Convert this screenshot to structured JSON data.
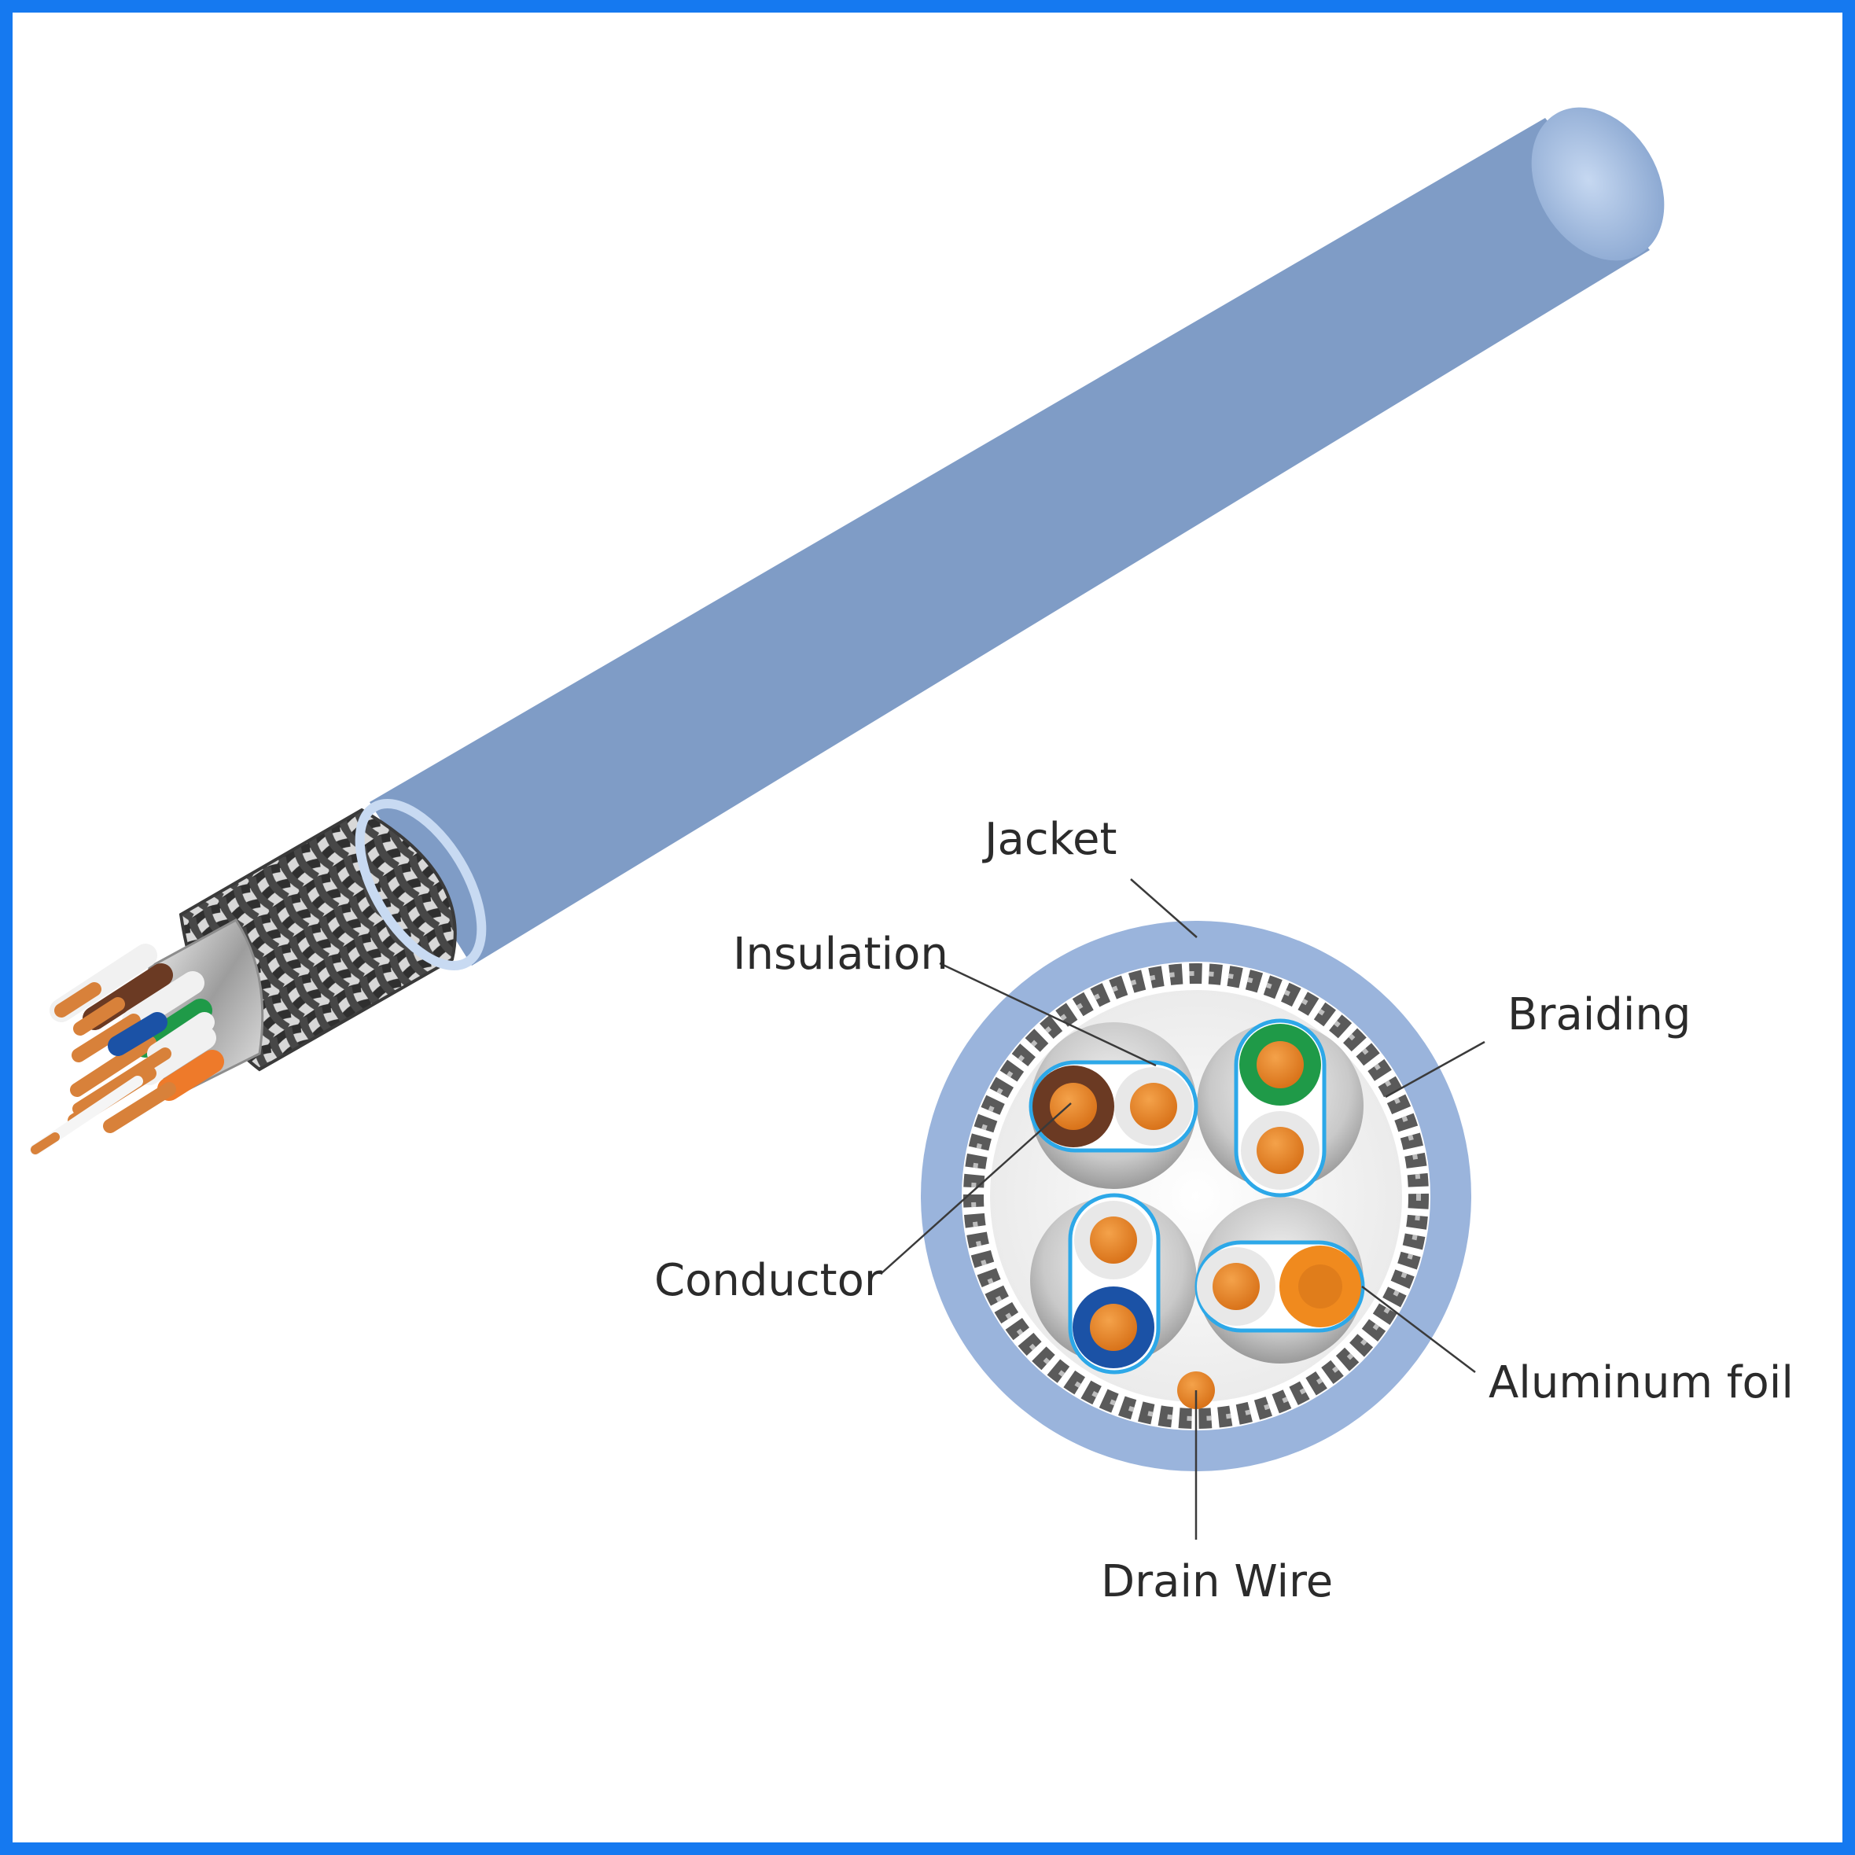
{
  "labels": {
    "jacket": "Jacket",
    "insulation": "Insulation",
    "braiding": "Braiding",
    "conductor": "Conductor",
    "aluminum_foil": "Aluminum foil",
    "drain_wire": "Drain Wire"
  },
  "colors": {
    "frame": "#1579f0",
    "jacket": "#9ab4dc",
    "conductor": "#e07d1b",
    "pair_brown": "#6b3a23",
    "pair_green": "#1f9a48",
    "pair_blue": "#1b52a6",
    "pair_orange": "#f08a1e",
    "foil_outline": "#2da8e8"
  }
}
